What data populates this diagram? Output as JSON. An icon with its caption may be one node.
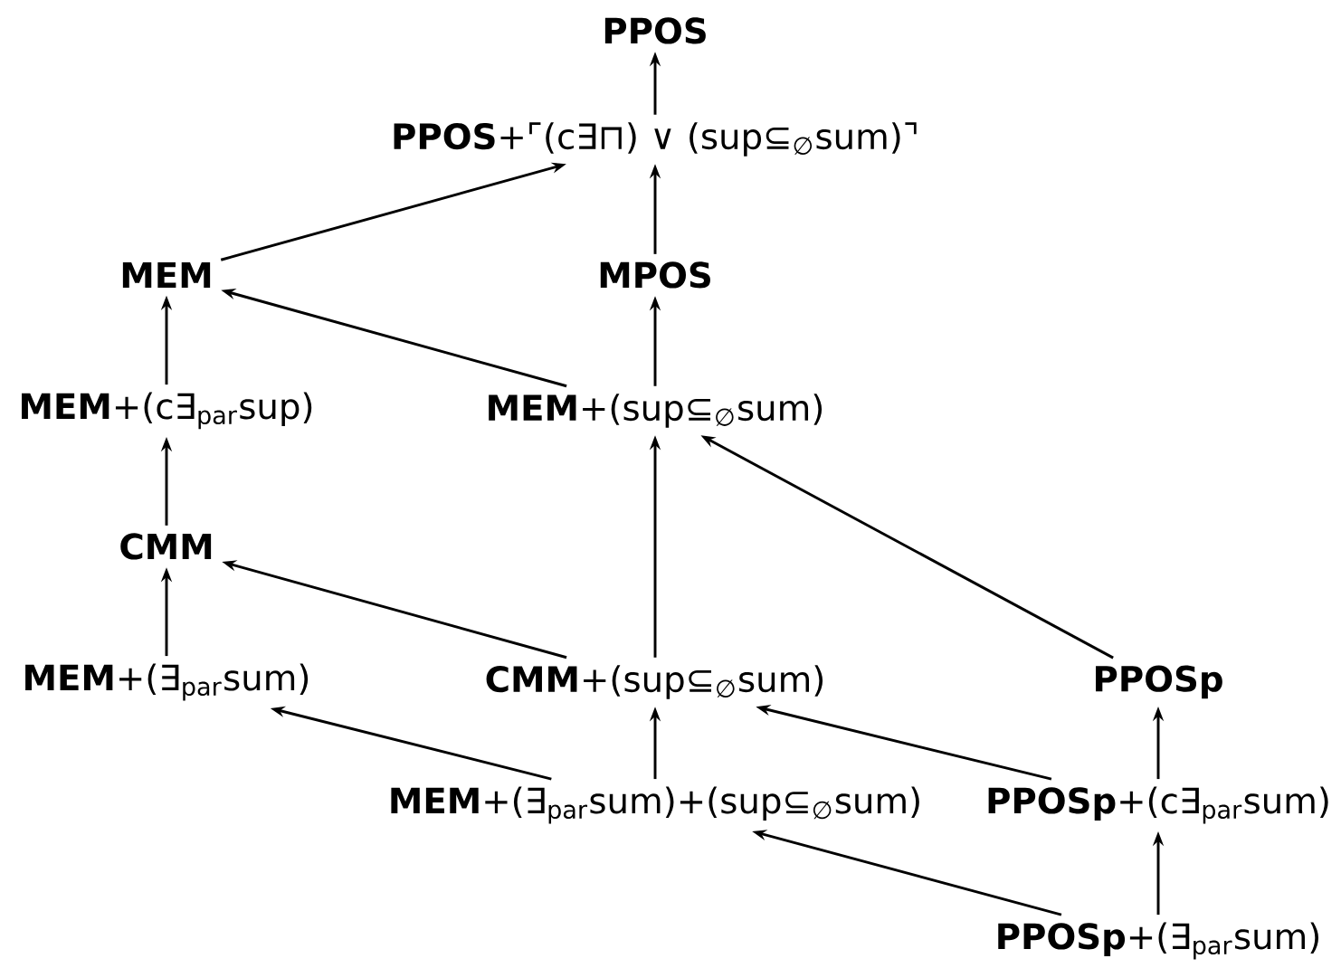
{
  "diagram": {
    "nodes": [
      {
        "text": [
          "PPOS"
        ]
      },
      {
        "text": [
          "**PPOS**+⌜(c∃⊓) ∨ (sup⊆$_{∅}$sum)⌝"
        ]
      },
      {
        "text": [
          "MEM"
        ]
      },
      {
        "text": [
          "MPOS"
        ]
      },
      {
        "text": [
          "**MEM**+(c∃$_{par}$sup)"
        ]
      },
      {
        "text": [
          "**MEM**+(sup⊆$_{∅}$sum)"
        ]
      },
      {
        "text": [
          "CMM"
        ]
      },
      {
        "text": [
          "**MEM**+(∃$_{par}$sum)"
        ]
      },
      {
        "text": [
          "**CMM**+(sup⊆$_{∅}$sum)"
        ]
      },
      {
        "text": [
          "PPOSp"
        ]
      },
      {
        "text": [
          "**MEM**+(∃$_{par}$sum)+(sup⊆$_{∅}$sum)"
        ]
      },
      {
        "text": [
          "**PPOSp**+(c∃$_{par}$sum)"
        ]
      },
      {
        "text": [
          "**PPOSp**+(∃$_{par}$sum)"
        ]
      }
    ],
    "edges": [
      {
        "from": 1,
        "to": 0,
        "arrow": "to"
      },
      {
        "from": 2,
        "to": 1,
        "arrow": "to"
      },
      {
        "from": 3,
        "to": 1,
        "arrow": "to"
      },
      {
        "from": 4,
        "to": 2,
        "arrow": "to"
      },
      {
        "from": 5,
        "to": 2,
        "arrow": "to"
      },
      {
        "from": 5,
        "to": 3,
        "arrow": "to"
      },
      {
        "from": 6,
        "to": 4,
        "arrow": "to"
      },
      {
        "from": 7,
        "to": 6,
        "arrow": "to"
      },
      {
        "from": 8,
        "to": 6,
        "arrow": "to"
      },
      {
        "from": 8,
        "to": 5,
        "arrow": "to"
      },
      {
        "from": 9,
        "to": 5,
        "arrow": "to"
      },
      {
        "from": 10,
        "to": 7,
        "arrow": "to"
      },
      {
        "from": 10,
        "to": 8,
        "arrow": "to"
      },
      {
        "from": 11,
        "to": 9,
        "arrow": "to"
      },
      {
        "from": 11,
        "to": 8,
        "arrow": "to"
      },
      {
        "from": 12,
        "to": 11,
        "arrow": "to"
      },
      {
        "from": 12,
        "to": 10,
        "arrow": "to"
      }
    ]
  }
}
